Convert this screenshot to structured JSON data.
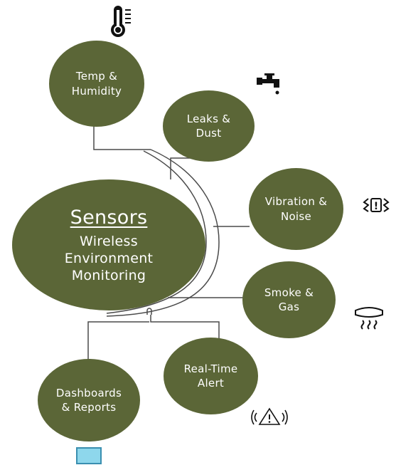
{
  "colors": {
    "node_fill": "#5b6637",
    "line": "#4a4a4a",
    "text": "#ffffff",
    "monitor": "#8ed7ec"
  },
  "hub": {
    "title": "Sensors",
    "line1": "Wireless",
    "line2": "Environment",
    "line3": "Monitoring"
  },
  "nodes": {
    "temp": {
      "line1": "Temp &",
      "line2": "Humidity",
      "icon": "thermometer-icon"
    },
    "leaks": {
      "line1": "Leaks &",
      "line2": "Dust",
      "icon": "faucet-icon"
    },
    "vibration": {
      "line1": "Vibration &",
      "line2": "Noise",
      "icon": "vibration-icon"
    },
    "smoke": {
      "line1": "Smoke &",
      "line2": "Gas",
      "icon": "smoke-detector-icon"
    },
    "alert": {
      "line1": "Real-Time",
      "line2": "Alert",
      "icon": "alert-triangle-icon"
    },
    "dashboards": {
      "line1": "Dashboards",
      "line2": "& Reports",
      "icon": "monitor-icon"
    }
  }
}
